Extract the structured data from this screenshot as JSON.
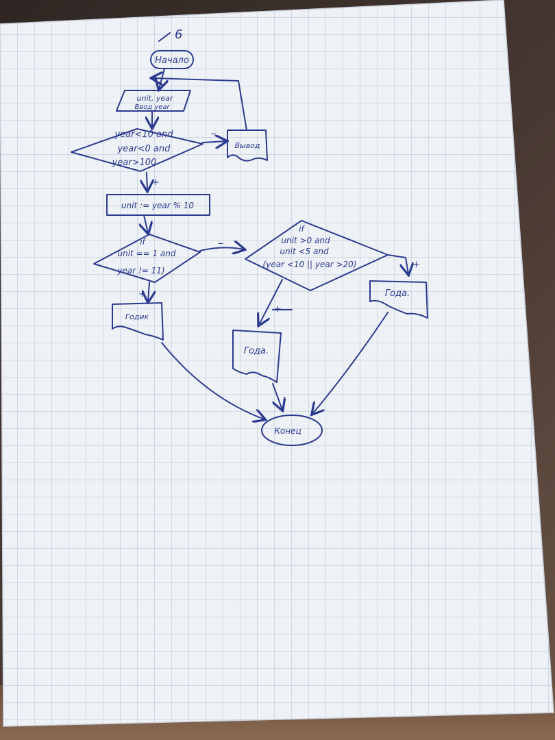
{
  "ink_color": "#2b3a8f",
  "paper_color": "#eef1f6",
  "grid_color": "#aab8cc",
  "corner_number": "6",
  "nodes": {
    "start": "Начало",
    "input": [
      "unit, year",
      "Ввод year"
    ],
    "check_range": [
      "year<10 and",
      "year<0 and",
      "year>100"
    ],
    "error_output": "Вывод",
    "calc_unit": "unit := year % 10",
    "cond_one": [
      "if",
      "unit == 1 and",
      "year != 11)"
    ],
    "cond_few": [
      "if",
      "unit >0 and",
      "unit <5 and",
      "(year <10 || year >20)"
    ],
    "out_god": "Годик",
    "out_goda": "Года.",
    "out_let": "Года.",
    "end": "Конец"
  },
  "labels": {
    "range_yes": "–",
    "range_no": "+",
    "one_no": "–",
    "one_yes": "+",
    "few_yes": "+",
    "few_no": "+"
  }
}
